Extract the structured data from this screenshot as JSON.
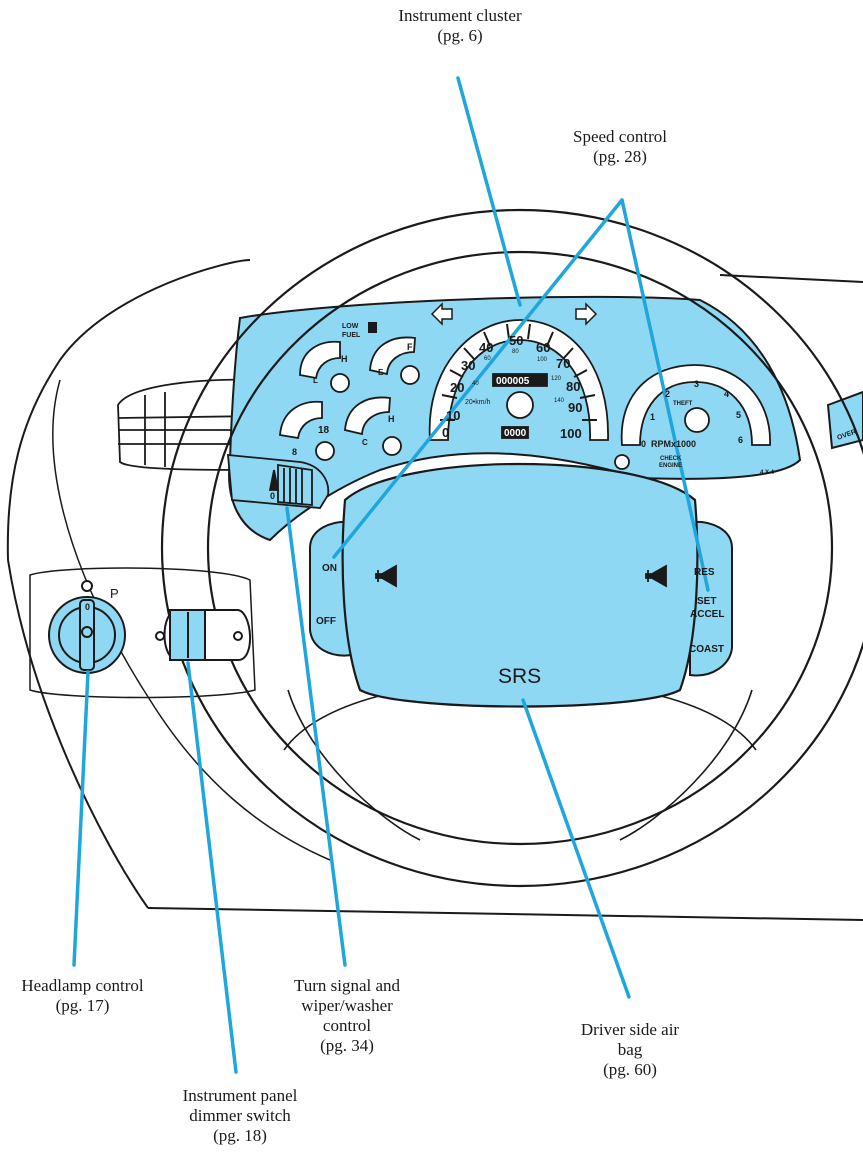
{
  "colors": {
    "panel": "#8fd8f4",
    "leader": "#1fa6dc",
    "outline": "#1a1a1a"
  },
  "callouts": {
    "instrument_cluster": {
      "title": "Instrument cluster",
      "page": "(pg. 6)"
    },
    "speed_control": {
      "title": "Speed control",
      "page": "(pg. 28)"
    },
    "headlamp_control": {
      "title": "Headlamp control",
      "page": "(pg. 17)"
    },
    "turn_signal": {
      "line1": "Turn signal and",
      "line2": "wiper/washer",
      "line3": "control",
      "page": "(pg. 34)"
    },
    "air_bag": {
      "line1": "Driver side air",
      "line2": "bag",
      "page": "(pg. 60)"
    },
    "dimmer_switch": {
      "line1": "Instrument panel",
      "line2": "dimmer switch",
      "page": "(pg. 18)"
    }
  },
  "cluster": {
    "low_fuel_1": "LOW",
    "low_fuel_2": "FUEL",
    "fuel_full": "F",
    "fuel_empty": "E",
    "temp_high": "H",
    "temp_low": "L",
    "volt_high": "18",
    "volt_low": "8",
    "oil_high": "H",
    "oil_low": "C",
    "speedo_mph": [
      "0",
      "10",
      "20",
      "30",
      "40",
      "50",
      "60",
      "70",
      "80",
      "90",
      "100"
    ],
    "speedo_kmh": [
      "40",
      "60",
      "80",
      "100",
      "120",
      "140"
    ],
    "kmh_label": "20•km/h",
    "odometer": "000005",
    "trip": "0000",
    "tach_numbers": [
      "0",
      "1",
      "2",
      "3",
      "4",
      "5",
      "6"
    ],
    "rpm_label": "RPMx1000",
    "theft": "THEFT",
    "check_engine_1": "CHECK",
    "check_engine_2": "ENGINE",
    "four_by_four": "4 X 4",
    "overdrive": "OVER"
  },
  "wheel": {
    "srs": "SRS",
    "speed_on": "ON",
    "speed_off": "OFF",
    "speed_res": "RES",
    "speed_set": "SET",
    "speed_accel": "ACCEL",
    "speed_coast": "COAST"
  },
  "headlamp": {
    "zero": "0",
    "park": "P"
  },
  "stalk": {
    "zero": "0"
  }
}
